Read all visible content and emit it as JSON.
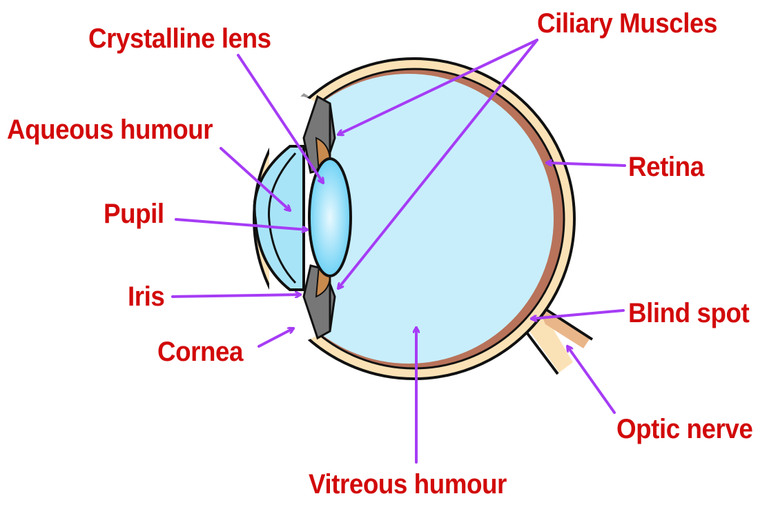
{
  "title": "Human eye diagram",
  "colors": {
    "label": "#d20a0a",
    "arrow": "#a63cf5",
    "sclera": "#fbe2b6",
    "vitreous": "#c8eefb",
    "choroid": "#b8735a",
    "lens": "#7fd8f7"
  },
  "labels": {
    "crystalline_lens": "Crystalline lens",
    "ciliary_muscles": "Ciliary Muscles",
    "aqueous_humour": "Aqueous humour",
    "retina": "Retina",
    "pupil": "Pupil",
    "iris": "Iris",
    "blind_spot": "Blind spot",
    "cornea": "Cornea",
    "optic_nerve": "Optic nerve",
    "vitreous_humour": "Vitreous humour"
  }
}
